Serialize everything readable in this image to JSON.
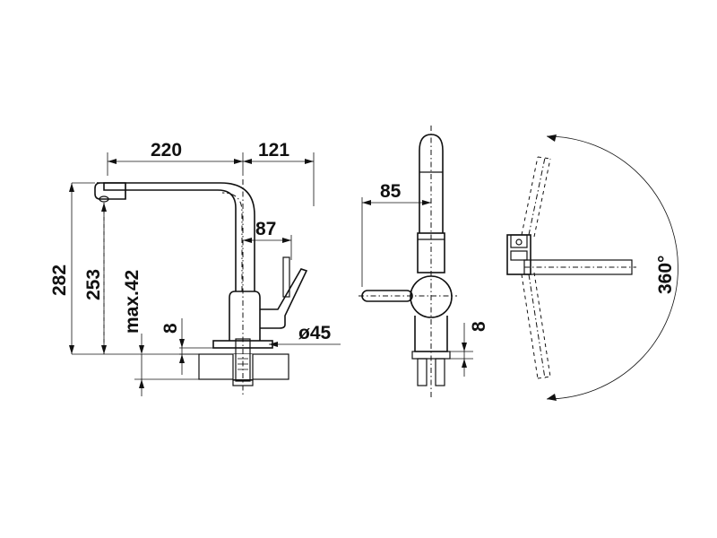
{
  "diagram": {
    "side_view": {
      "dimensions": {
        "spout_reach": "220",
        "head_offset": "121",
        "lever_offset": "87",
        "total_height": "282",
        "spout_height": "253",
        "worktop_max": "max.42",
        "hole_clearance": "8",
        "base_diameter": "ø45"
      }
    },
    "front_view": {
      "dimensions": {
        "lever_length": "85",
        "clearance": "8"
      }
    },
    "top_view": {
      "dimensions": {
        "rotation": "360°"
      }
    }
  }
}
